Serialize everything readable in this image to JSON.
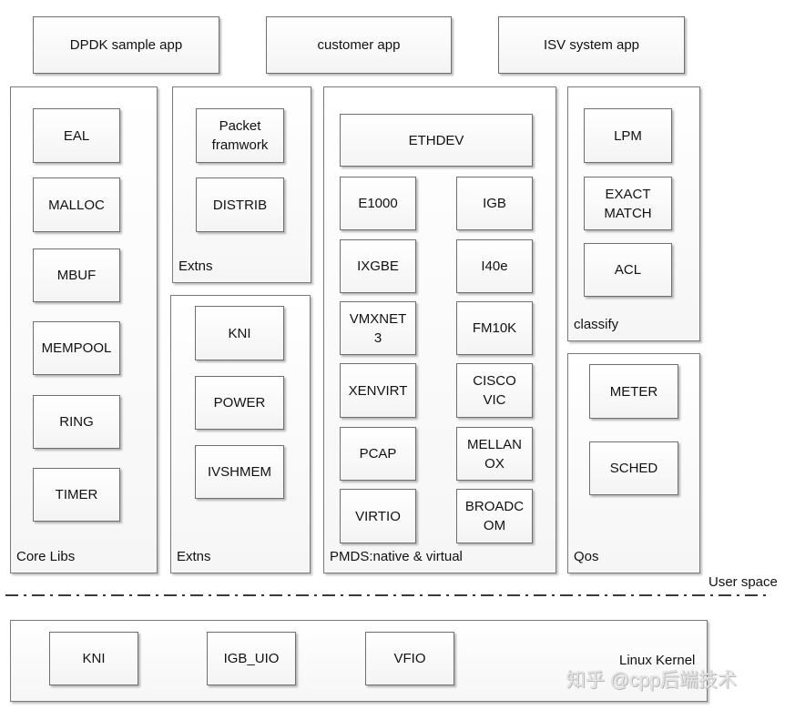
{
  "apps": [
    "DPDK sample app",
    "customer app",
    "ISV system app"
  ],
  "core_libs": {
    "label": "Core Libs",
    "items": [
      "EAL",
      "MALLOC",
      "MBUF",
      "MEMPOOL",
      "RING",
      "TIMER"
    ]
  },
  "extns_top": {
    "label": "Extns",
    "items": [
      "Packet\nframwork",
      "DISTRIB"
    ]
  },
  "extns_bottom": {
    "label": "Extns",
    "items": [
      "KNI",
      "POWER",
      "IVSHMEM"
    ]
  },
  "pmds": {
    "label": "PMDS:native & virtual",
    "header": "ETHDEV",
    "left": [
      "E1000",
      "IXGBE",
      "VMXNET\n3",
      "XENVIRT",
      "PCAP",
      "VIRTIO"
    ],
    "right": [
      "IGB",
      "I40e",
      "FM10K",
      "CISCO\nVIC",
      "MELLAN\nOX",
      "BROADC\nOM"
    ]
  },
  "classify": {
    "label": "classify",
    "items": [
      "LPM",
      "EXACT\nMATCH",
      "ACL"
    ]
  },
  "qos": {
    "label": "Qos",
    "items": [
      "METER",
      "SCHED"
    ]
  },
  "user_space_label": "User space",
  "kernel": {
    "label": "Linux Kernel",
    "items": [
      "KNI",
      "IGB_UIO",
      "VFIO"
    ]
  },
  "watermark": "知乎 @cpp后端技术"
}
